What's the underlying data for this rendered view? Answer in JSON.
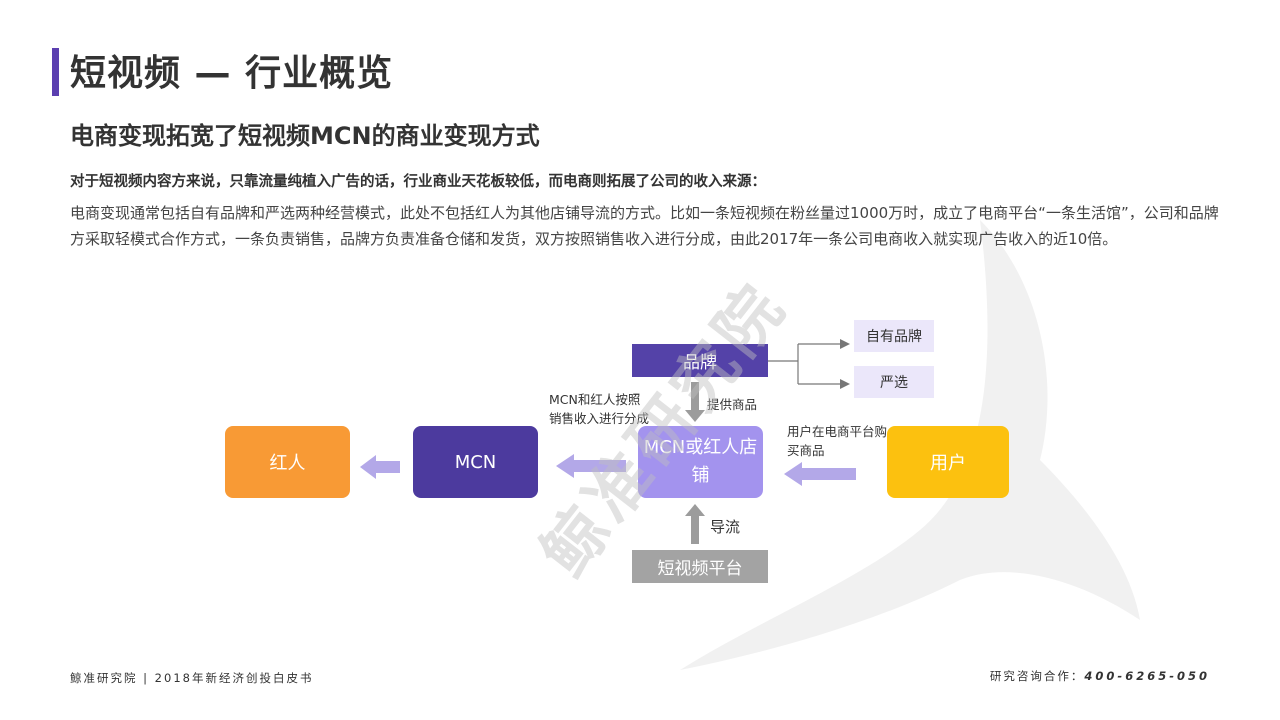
{
  "header": {
    "title": "短视频 — 行业概览",
    "subtitle": "电商变现拓宽了短视频MCN的商业变现方式"
  },
  "content": {
    "lead": "对于短视频内容方来说，只靠流量纯植入广告的话，行业商业天花板较低，而电商则拓展了公司的收入来源：",
    "paragraph": "电商变现通常包括自有品牌和严选两种经营模式，此处不包括红人为其他店铺导流的方式。比如一条短视频在粉丝量过1000万时，成立了电商平台“一条生活馆”，公司和品牌方采取轻模式合作方式，一条负责销售，品牌方负责准备仓储和发货，双方按照销售收入进行分成，由此2017年一条公司电商收入就实现广告收入的近10倍。"
  },
  "watermark": "鲸准研究院",
  "diagram": {
    "nodes": {
      "hongren": "红人",
      "mcn": "MCN",
      "store": "MCN或红人店铺",
      "user": "用户",
      "brand": "品牌",
      "own_brand": "自有品牌",
      "yanxuan": "严选",
      "platform": "短视频平台"
    },
    "labels": {
      "provide": "提供商品",
      "share": "MCN和红人按照销售收入进行分成",
      "buy": "用户在电商平台购买商品",
      "guide": "导流"
    }
  },
  "colors": {
    "accent": "#5b3fb0",
    "orange": "#f89a35",
    "dark_purple": "#4c3a9e",
    "light_purple": "#a393ee",
    "yellow": "#fcc10f",
    "gray": "#a3a3a3",
    "arrow_purple": "#b3a8e8",
    "arrow_gray": "#9c9c9c"
  },
  "footer": {
    "left": "鲸准研究院 | 2018年新经济创投白皮书",
    "right_label": "研究咨询合作：",
    "phone": "400-6265-050"
  }
}
